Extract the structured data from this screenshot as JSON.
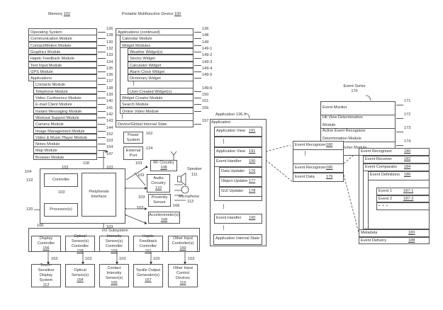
{
  "memory": {
    "title": "Memory",
    "ref": "102",
    "rows": [
      {
        "label": "Operating System",
        "ref": "126"
      },
      {
        "label": "Communication Module",
        "ref": "128"
      },
      {
        "label": "Contact/Motion Module",
        "ref": "130"
      },
      {
        "label": "Graphics Module",
        "ref": "132"
      },
      {
        "label": "Haptic Feedback Module",
        "ref": "133"
      },
      {
        "label": "Text Input Module",
        "ref": "134"
      },
      {
        "label": "GPS Module",
        "ref": "135"
      },
      {
        "label": "Applications",
        "ref": "136"
      }
    ],
    "apps": [
      {
        "label": "Contacts Module",
        "ref": "137"
      },
      {
        "label": "Telephone Module",
        "ref": "138"
      },
      {
        "label": "Video Conference Module",
        "ref": "139"
      },
      {
        "label": "E-mail Client Module",
        "ref": "140"
      },
      {
        "label": "Instant Messaging Module",
        "ref": "141"
      },
      {
        "label": "Workout Support Module",
        "ref": "142"
      },
      {
        "label": "Camera Module",
        "ref": "143"
      },
      {
        "label": "Image Management Module",
        "ref": "144"
      },
      {
        "label": "Video & Music Player Module",
        "ref": "152"
      },
      {
        "label": "Notes Module",
        "ref": "153"
      },
      {
        "label": "Map Module",
        "ref": "154"
      },
      {
        "label": "Browser Module",
        "ref": "147"
      }
    ]
  },
  "device": {
    "title": "Portable Multifunction Device",
    "ref": "100",
    "apps_continued": {
      "label": "Applications (continued)",
      "ref": "136"
    },
    "calendar": {
      "label": "Calendar Module",
      "ref": "148"
    },
    "widget_modules": {
      "label": "Widget Modules",
      "ref": "149"
    },
    "widgets": [
      {
        "label": "Weather Widget(s)",
        "ref": "149-1"
      },
      {
        "label": "Stocks Widget",
        "ref": "149-2"
      },
      {
        "label": "Calculator Widget",
        "ref": "149-3"
      },
      {
        "label": "Alarm Clock Widget",
        "ref": "149-4"
      },
      {
        "label": "Dictionary Widget",
        "ref": "149-5"
      }
    ],
    "user_widget": {
      "label": "User-Created Widget(s)",
      "ref": "149-6"
    },
    "more_modules": [
      {
        "label": "Widget Creator Module",
        "ref": "150"
      },
      {
        "label": "Search Module",
        "ref": "151"
      },
      {
        "label": "Online Video Module",
        "ref": "155"
      }
    ],
    "global_state": {
      "label": "Device/Global Internal State",
      "ref": "157"
    }
  },
  "hardware": {
    "power": {
      "label": "Power System",
      "ref": "162"
    },
    "external_port": {
      "label": "External Port",
      "ref": "124"
    },
    "rf": {
      "label": "RF Circuitry",
      "num": "108"
    },
    "audio": {
      "label": "Audio Circuitry",
      "num": "110"
    },
    "speaker": {
      "label": "Speaker",
      "ref": "111"
    },
    "microphone": {
      "label": "Microphone",
      "ref": "113"
    },
    "proximity": {
      "label": "Proximity Sensor",
      "ref": "166"
    },
    "accelerometer": {
      "label": "Accelerometer(s)",
      "num": "168"
    },
    "controller": {
      "label": "Controller",
      "ref": "122"
    },
    "processor": {
      "label": "Processor(s)",
      "ref": "120"
    },
    "peripherals": {
      "label": "Peripherals Interface",
      "ref": "118"
    },
    "chip_ref": "104",
    "bus_ref": "103"
  },
  "io": {
    "title": "I/O Subsystem",
    "ref": "106",
    "controllers": [
      {
        "label": "Display Controller",
        "num": "156"
      },
      {
        "label": "Optical Sensor(s) Controller",
        "num": "158"
      },
      {
        "label": "Intensity Sensor(s) Controller",
        "num": "159"
      },
      {
        "label": "Haptic Feedback Controller",
        "num": "161"
      },
      {
        "label": "Other Input Controller(s)",
        "num": "160"
      }
    ],
    "devices": [
      {
        "label": "Touch-Sensitive Display System",
        "num": "112"
      },
      {
        "label": "Optical Sensor(s)",
        "num": "164"
      },
      {
        "label": "Contact Intensity Sensor(s)",
        "num": "165"
      },
      {
        "label": "Tactile Output Generator(s)",
        "num": "167"
      },
      {
        "label": "Other Input Control Devices",
        "num": "116"
      }
    ]
  },
  "event_sorter": {
    "title": "Event Sorter",
    "ref": "170",
    "rows": [
      {
        "label": "Event Monitor",
        "ref": "171"
      },
      {
        "label": "Hit View Determination Module",
        "ref": "172"
      },
      {
        "label": "Active Event Recognizer Determination Module",
        "ref": "173"
      },
      {
        "label": "Event Dispatcher Module",
        "ref": "174"
      }
    ]
  },
  "application": {
    "title": "Application 136-1",
    "label": "Application",
    "app_view": {
      "label": "Application View",
      "num": "191"
    },
    "event_handler": {
      "label": "Event Handler",
      "num": "190"
    },
    "updaters": [
      {
        "label": "Data Updater",
        "num": "176"
      },
      {
        "label": "Object Updater",
        "num": "177"
      },
      {
        "label": "GUI Updater",
        "num": "178"
      }
    ],
    "internal_state": {
      "label": "Application Internal State",
      "num": "192"
    }
  },
  "recognizers": {
    "event_recognizer": {
      "label": "Event Recognizer",
      "num": "180"
    },
    "event_data": {
      "label": "Event Data",
      "num": "179"
    }
  },
  "recognizer_detail": {
    "title": {
      "label": "Event Recognizer",
      "num": "180"
    },
    "receiver": {
      "label": "Event Receiver",
      "num": "182"
    },
    "comparator": {
      "label": "Event Comparator",
      "num": "184"
    },
    "definitions": {
      "label": "Event Definitions",
      "num": "186"
    },
    "events": [
      {
        "label": "Event 1",
        "num": "187-1"
      },
      {
        "label": "Event 2",
        "num": "187-2"
      }
    ],
    "ellipsis": "• • •",
    "metadata": {
      "label": "Metadata",
      "num": "183"
    },
    "delivery": {
      "label": "Event Delivery",
      "num": "188"
    }
  }
}
